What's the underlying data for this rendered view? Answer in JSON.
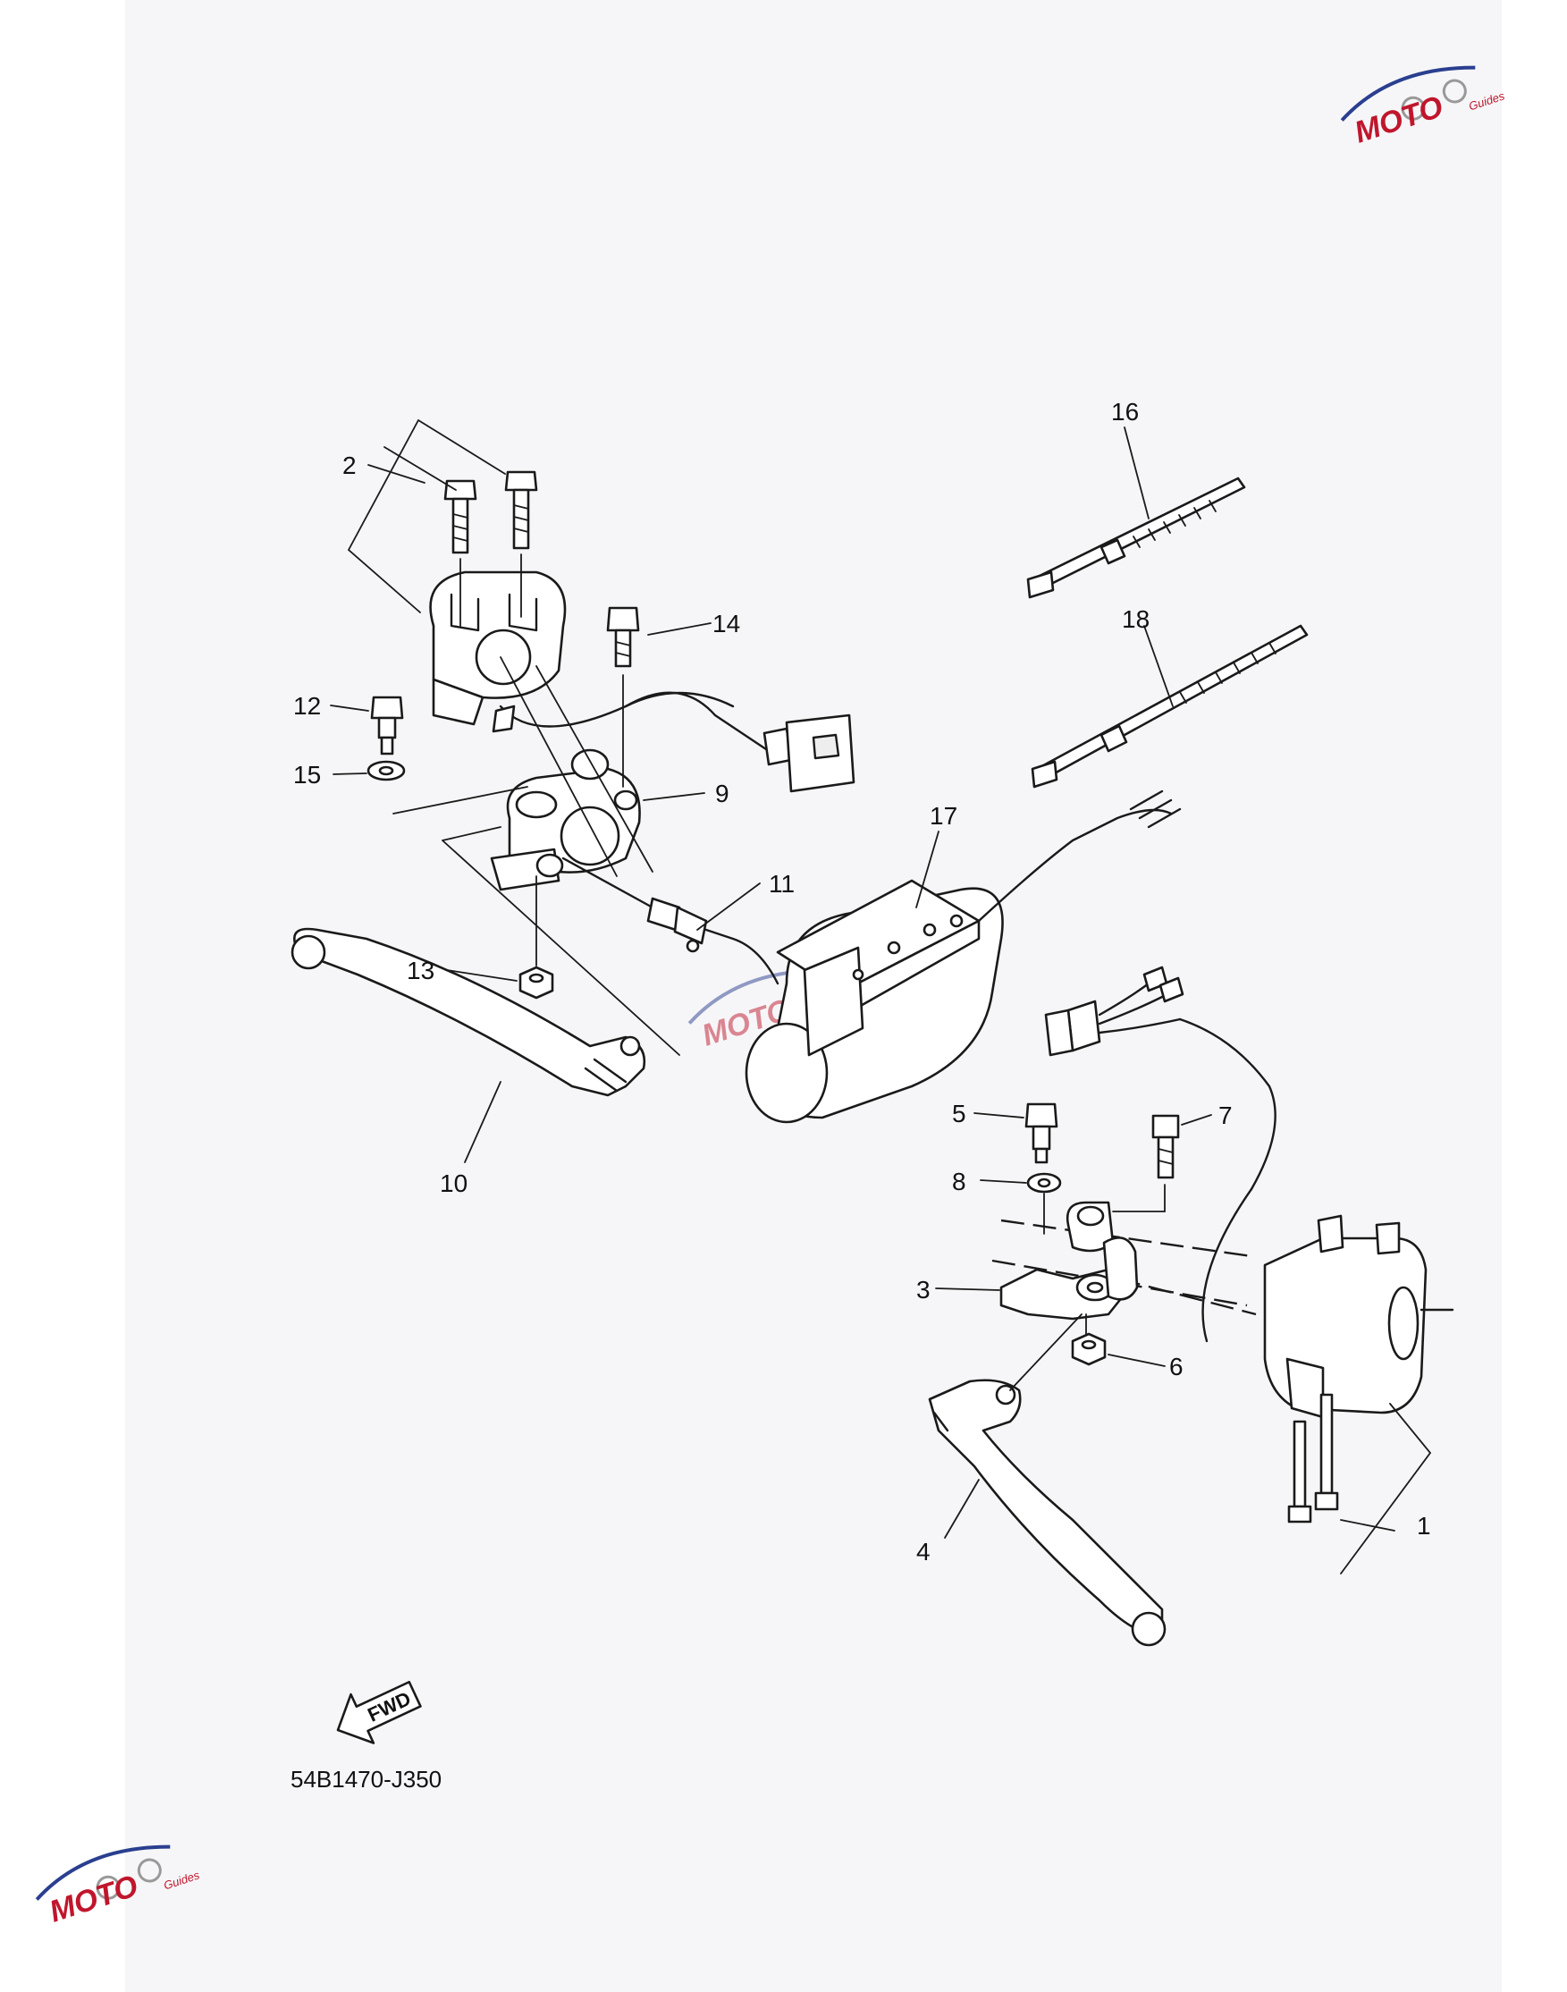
{
  "diagram": {
    "drawing_code": "54B1470-J350",
    "fwd_label": "FWD",
    "watermark": {
      "brand": "MOTO",
      "sub": "Guides",
      "accent": "#c0162c",
      "secondary": "#2a3f8f"
    },
    "callouts": [
      {
        "id": "1",
        "label": "1"
      },
      {
        "id": "2",
        "label": "2"
      },
      {
        "id": "3",
        "label": "3"
      },
      {
        "id": "4",
        "label": "4"
      },
      {
        "id": "5",
        "label": "5"
      },
      {
        "id": "6",
        "label": "6"
      },
      {
        "id": "7",
        "label": "7"
      },
      {
        "id": "8",
        "label": "8"
      },
      {
        "id": "9",
        "label": "9"
      },
      {
        "id": "10",
        "label": "10"
      },
      {
        "id": "11",
        "label": "11"
      },
      {
        "id": "12",
        "label": "12"
      },
      {
        "id": "13",
        "label": "13"
      },
      {
        "id": "14",
        "label": "14"
      },
      {
        "id": "15",
        "label": "15"
      },
      {
        "id": "16",
        "label": "16"
      },
      {
        "id": "17",
        "label": "17"
      },
      {
        "id": "18",
        "label": "18"
      }
    ]
  }
}
